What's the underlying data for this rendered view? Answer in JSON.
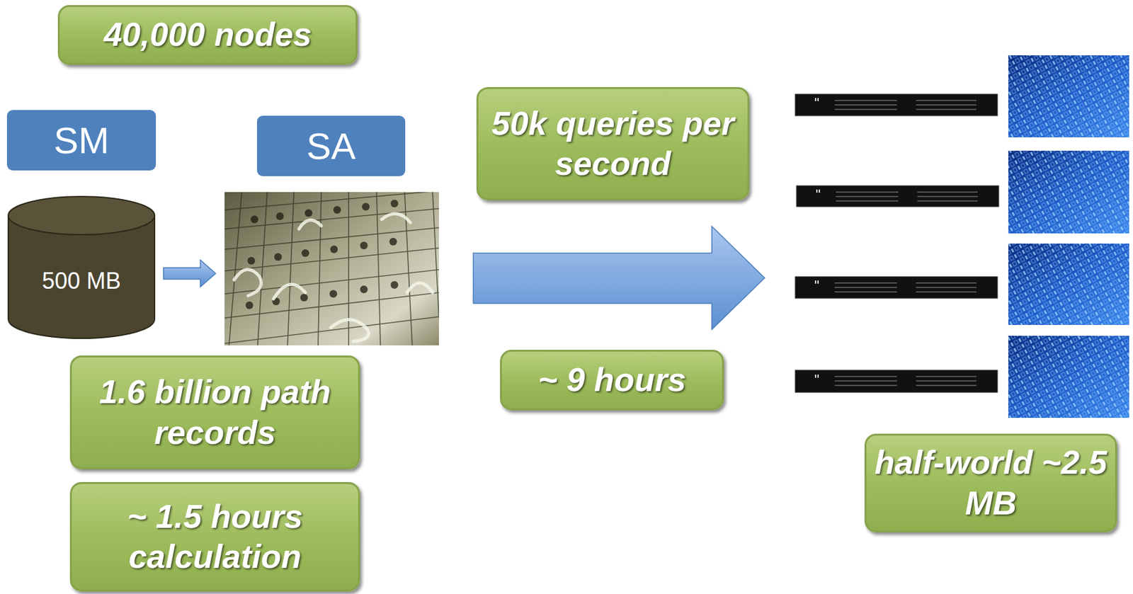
{
  "diagram": {
    "nodes": [
      {
        "text": [
          "40,000 nodes"
        ]
      },
      {
        "text": [
          "SM"
        ]
      },
      {
        "text": [
          "SA"
        ]
      },
      {
        "text": [
          "500 MB"
        ]
      },
      {
        "text": [
          "1.6 billion path records"
        ]
      },
      {
        "text": [
          "~ 1.5 hours calculation"
        ]
      },
      {
        "text": [
          "50k queries per second"
        ]
      },
      {
        "text": [
          "~ 9 hours"
        ]
      },
      {
        "text": [
          "half-world ~2.5 MB"
        ]
      }
    ]
  }
}
